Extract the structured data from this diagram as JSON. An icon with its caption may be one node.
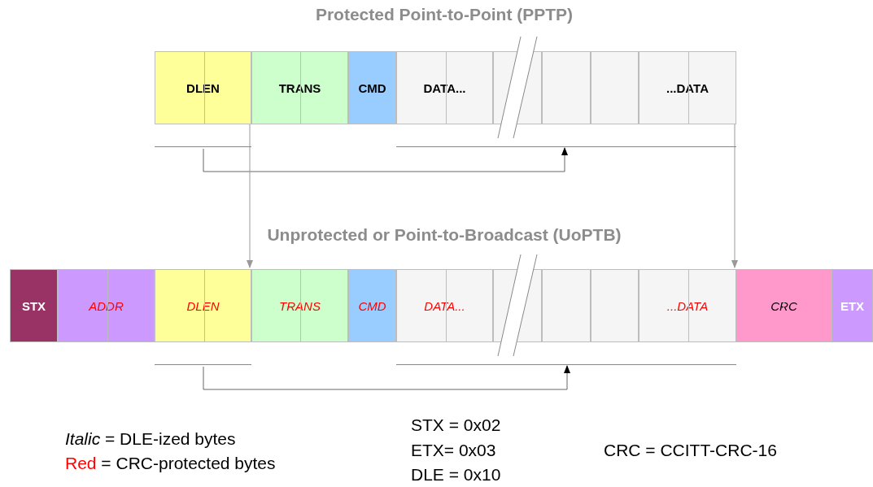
{
  "diagram": {
    "nodes": [
      {
        "text": [
          "DLEN"
        ]
      },
      {
        "text": [
          "TRANS"
        ]
      },
      {
        "text": [
          "CMD"
        ]
      },
      {
        "text": [
          "DATA..."
        ]
      },
      {
        "text": [],
        "shape": "box"
      },
      {
        "text": [],
        "shape": "box"
      },
      {
        "text": [],
        "shape": "box"
      },
      {
        "text": [
          "...DATA"
        ]
      },
      {
        "text": [],
        "shape": "bar"
      },
      {
        "text": [],
        "shape": "bar"
      },
      {
        "text": [
          "STX"
        ]
      },
      {
        "text": [
          "ADDR"
        ]
      },
      {
        "text": [
          "DLEN"
        ]
      },
      {
        "text": [
          "TRANS"
        ]
      },
      {
        "text": [
          "CMD"
        ]
      },
      {
        "text": [
          "DATA..."
        ]
      },
      {
        "text": [],
        "shape": "box"
      },
      {
        "text": [],
        "shape": "box"
      },
      {
        "text": [],
        "shape": "box"
      },
      {
        "text": [
          "...DATA"
        ]
      },
      {
        "text": [
          "CRC"
        ]
      },
      {
        "text": [
          "ETX"
        ]
      },
      {
        "text": [],
        "shape": "bar"
      },
      {
        "text": [],
        "shape": "bar"
      }
    ],
    "edges": [
      {
        "from": 8,
        "to": 9,
        "arrow": "to"
      },
      {
        "from": 0,
        "to": 12,
        "arrow": "to",
        "color": "#999999"
      },
      {
        "from": 7,
        "to": 19,
        "arrow": "to",
        "color": "#999999"
      },
      {
        "from": 22,
        "to": 23,
        "arrow": "to"
      }
    ],
    "labels": [
      "Protected Point-to-Point (PPTP)",
      "Unprotected or Point-to-Broadcast (UoPTB)",
      "STX = 0x02",
      "ETX= 0x03",
      "DLE = 0x10",
      "CRC = CCITT-CRC-16"
    ],
    "legend": [
      {
        "text": "Italic = DLE-ized bytes"
      },
      {
        "text": "Red = CRC-protected bytes"
      }
    ]
  }
}
